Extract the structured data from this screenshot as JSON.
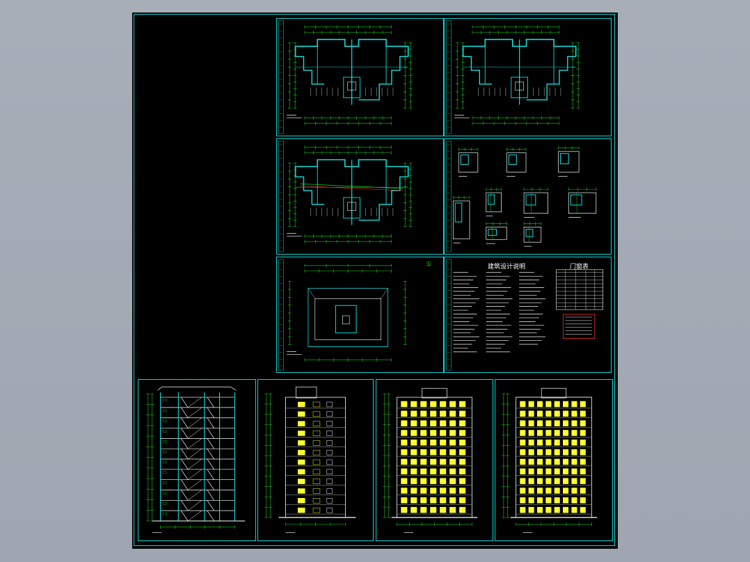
{
  "window": {
    "background_color": "#a3abb6",
    "canvas_color": "#000000",
    "frame_color": "#12d6d6",
    "wall_color": "#13e0e0",
    "dimension_color": "#18d018",
    "window_color": "#ffff33",
    "text_color": "#ffffff",
    "red_color": "#ff3030"
  },
  "notes": {
    "title": "建筑设计说明"
  },
  "door_table": {
    "title": "门窗表"
  },
  "marker": {
    "label": "①"
  }
}
